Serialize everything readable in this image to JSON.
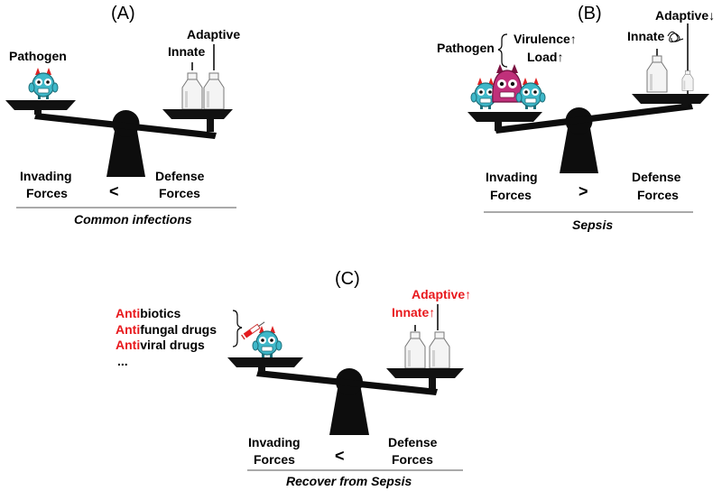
{
  "panels": {
    "a": {
      "label": "(A)",
      "pathogen": "Pathogen",
      "innate": "Innate",
      "adaptive": "Adaptive",
      "invading_line1": "Invading",
      "invading_line2": "Forces",
      "comparator": "<",
      "defense_line1": "Defense",
      "defense_line2": "Forces",
      "caption": "Common infections"
    },
    "b": {
      "label": "(B)",
      "pathogen": "Pathogen",
      "virulence": "Virulence↑",
      "load": "Load↑",
      "innate": "Innate",
      "adaptive": "Adaptive↓",
      "invading_line1": "Invading",
      "invading_line2": "Forces",
      "comparator": ">",
      "defense_line1": "Defense",
      "defense_line2": "Forces",
      "caption": "Sepsis"
    },
    "c": {
      "label": "(C)",
      "drugs": [
        {
          "prefix": "Anti",
          "rest": "biotics"
        },
        {
          "prefix": "Anti",
          "rest": "fungal drugs"
        },
        {
          "prefix": "Anti",
          "rest": "viral drugs"
        }
      ],
      "ellipsis": "...",
      "innate": "Innate↑",
      "adaptive": "Adaptive↑",
      "invading_line1": "Invading",
      "invading_line2": "Forces",
      "comparator": "<",
      "defense_line1": "Defense",
      "defense_line2": "Forces",
      "caption": "Recover from Sepsis"
    }
  },
  "colors": {
    "accent_red": "#e8191d",
    "pathogen_teal": "#3fb8c9",
    "pathogen_magenta": "#c0307a",
    "scale_black": "#0d0d0d"
  }
}
